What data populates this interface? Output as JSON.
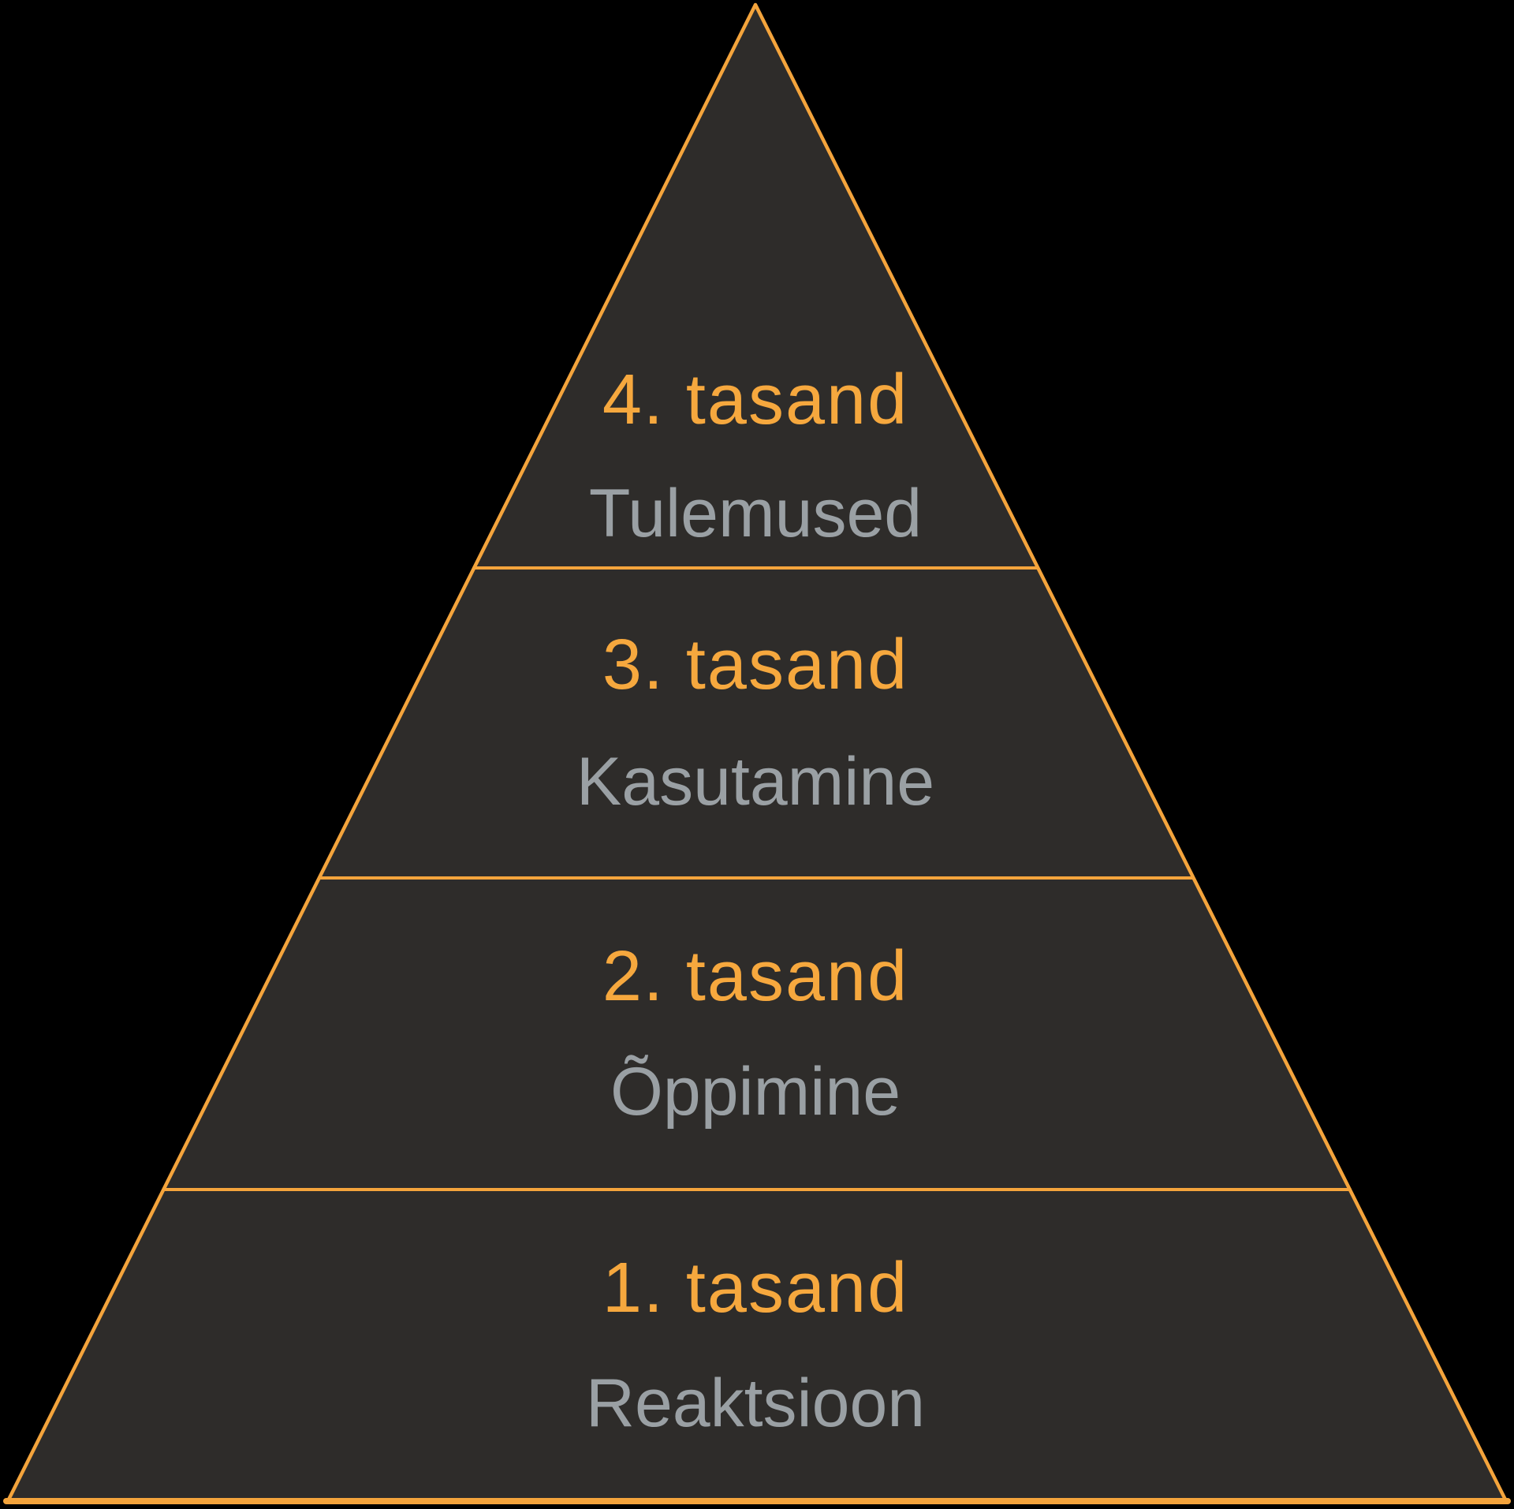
{
  "pyramid": {
    "type": "pyramid-diagram",
    "description": "Four-level training evaluation pyramid",
    "levels": [
      {
        "position": "top",
        "title": "4. tasand",
        "subtitle": "Tulemused"
      },
      {
        "position": "upper-middle",
        "title": "3. tasand",
        "subtitle": "Kasutamine"
      },
      {
        "position": "lower-middle",
        "title": "2. tasand",
        "subtitle": "Õppimine"
      },
      {
        "position": "bottom",
        "title": "1. tasand",
        "subtitle": "Reaktsioon"
      }
    ],
    "colors": {
      "background": "#000000",
      "segment_fill": "#2e2c2a",
      "outline": "#f4a43c",
      "title_text": "#f6a83e",
      "subtitle_text": "#9aa0a4"
    }
  }
}
